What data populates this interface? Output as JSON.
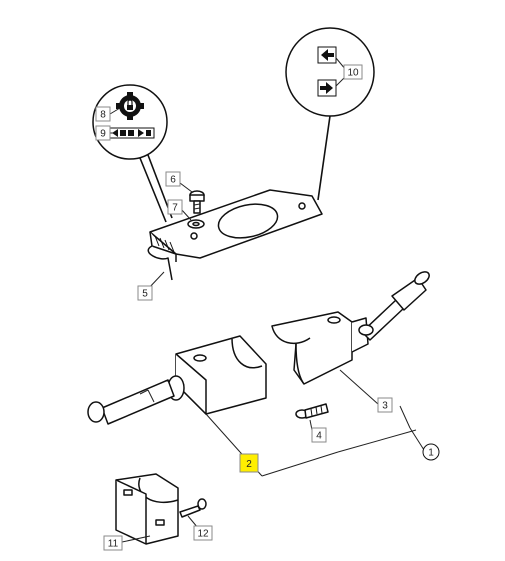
{
  "callouts": [
    {
      "id": "c1",
      "text": "1"
    },
    {
      "id": "c2",
      "text": "2"
    },
    {
      "id": "c3",
      "text": "3"
    },
    {
      "id": "c4",
      "text": "4"
    },
    {
      "id": "c5",
      "text": "5"
    },
    {
      "id": "c6",
      "text": "6"
    },
    {
      "id": "c7",
      "text": "7"
    },
    {
      "id": "c8",
      "text": "8"
    },
    {
      "id": "c9",
      "text": "9"
    },
    {
      "id": "c10",
      "text": "10"
    },
    {
      "id": "c11",
      "text": "11"
    },
    {
      "id": "c12",
      "text": "12"
    }
  ],
  "highlight_color": "#ffee00",
  "icons": {
    "lock": "gear-lock-icon",
    "arrow_left": "arrow-left-icon",
    "arrow_right": "arrow-right-icon",
    "shift_pattern": "shift-pattern-icon"
  }
}
